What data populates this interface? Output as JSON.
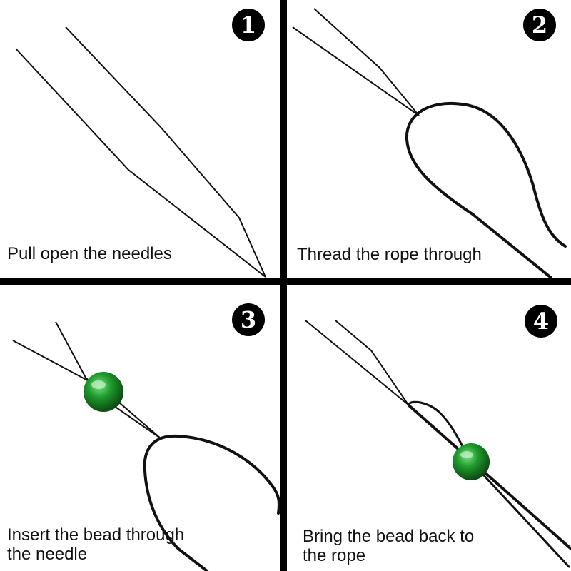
{
  "steps": [
    {
      "number": "1",
      "caption": "Pull open the needles"
    },
    {
      "number": "2",
      "caption": "Thread the rope through"
    },
    {
      "number": "3",
      "caption_line1": "Insert the bead through",
      "caption_line2": "the needle"
    },
    {
      "number": "4",
      "caption_line1": "Bring the bead back to",
      "caption_line2": "the rope"
    }
  ],
  "colors": {
    "divider": "#000000",
    "bead": "#1f8a2a",
    "line": "#111111"
  }
}
